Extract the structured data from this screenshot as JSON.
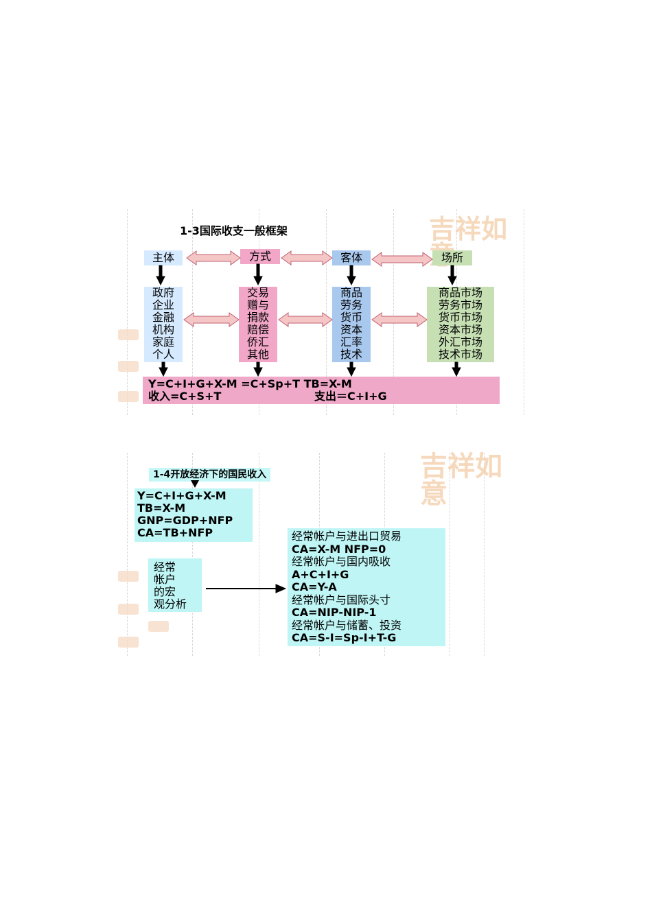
{
  "diagram1": {
    "title": "1-3国际收支一般框架",
    "headers": [
      "主体",
      "方式",
      "客体",
      "场所"
    ],
    "columns": [
      [
        "政府",
        "企业",
        "金融",
        "机构",
        "家庭",
        "个人"
      ],
      [
        "交易",
        "赠与",
        "捐款",
        "赔偿",
        "侨汇",
        "其他"
      ],
      [
        "商品",
        "劳务",
        "货币",
        "资本",
        "汇率",
        "技术"
      ],
      [
        "商品市场",
        "劳务市场",
        "货币市场",
        "资本市场",
        "外汇市场",
        "技术市场"
      ]
    ],
    "bottom_line1": "Y=C+I+G+X-M =C+Sp+T    TB=X-M",
    "bottom_line2_left": "收入=C+S+T",
    "bottom_line2_right": "支出＝C+I+G",
    "watermark": "吉祥如意",
    "colors": {
      "header1": "#d6eaff",
      "header2": "#f2a7c8",
      "header3": "#a9c8ee",
      "header4": "#c6e0b4",
      "bottom": "#f0a8c8",
      "arrow_fill": "#f5c6c6",
      "arrow_stroke": "#c06070"
    }
  },
  "diagram2": {
    "title": "1-4开放经济下的国民收入",
    "equations": [
      "Y=C+I+G+X-M",
      "TB=X-M",
      "GNP=GDP+NFP",
      "CA=TB+NFP"
    ],
    "label": [
      "经常",
      "帐户",
      "的宏",
      "观分析"
    ],
    "analysis": [
      "经常帐户与进出口贸易",
      "CA=X-M    NFP=0",
      "经常帐户与国内吸收",
      "A+C+I+G",
      "CA=Y-A",
      "经常帐户与国际头寸",
      "CA=NIP-NIP-1",
      "经常帐户与储蓄、投资",
      "CA=S-I=Sp-I+T-G"
    ],
    "watermark": "吉祥如意",
    "colors": {
      "box": "#bff5f5",
      "title_box": "#c6f7f7"
    }
  }
}
